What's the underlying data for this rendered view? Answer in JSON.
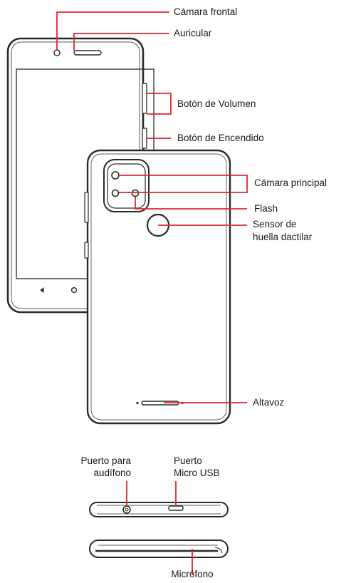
{
  "labels": {
    "front_camera": "Cámara frontal",
    "earpiece": "Auricular",
    "volume_button": "Botón de Volumen",
    "power_button": "Botón de Encendido",
    "main_camera": "Cámara principal",
    "flash": "Flash",
    "fingerprint_line1": "Sensor de",
    "fingerprint_line2": "huella dactilar",
    "speaker": "Altavoz",
    "headphone_line1": "Puerto para",
    "headphone_line2": "audífono",
    "usb_line1": "Puerto",
    "usb_line2": "Micro USB",
    "microphone": "Micrófono"
  },
  "colors": {
    "callout": "#e3262d",
    "outline": "#2a2a2a",
    "text": "#1a1a1a"
  }
}
